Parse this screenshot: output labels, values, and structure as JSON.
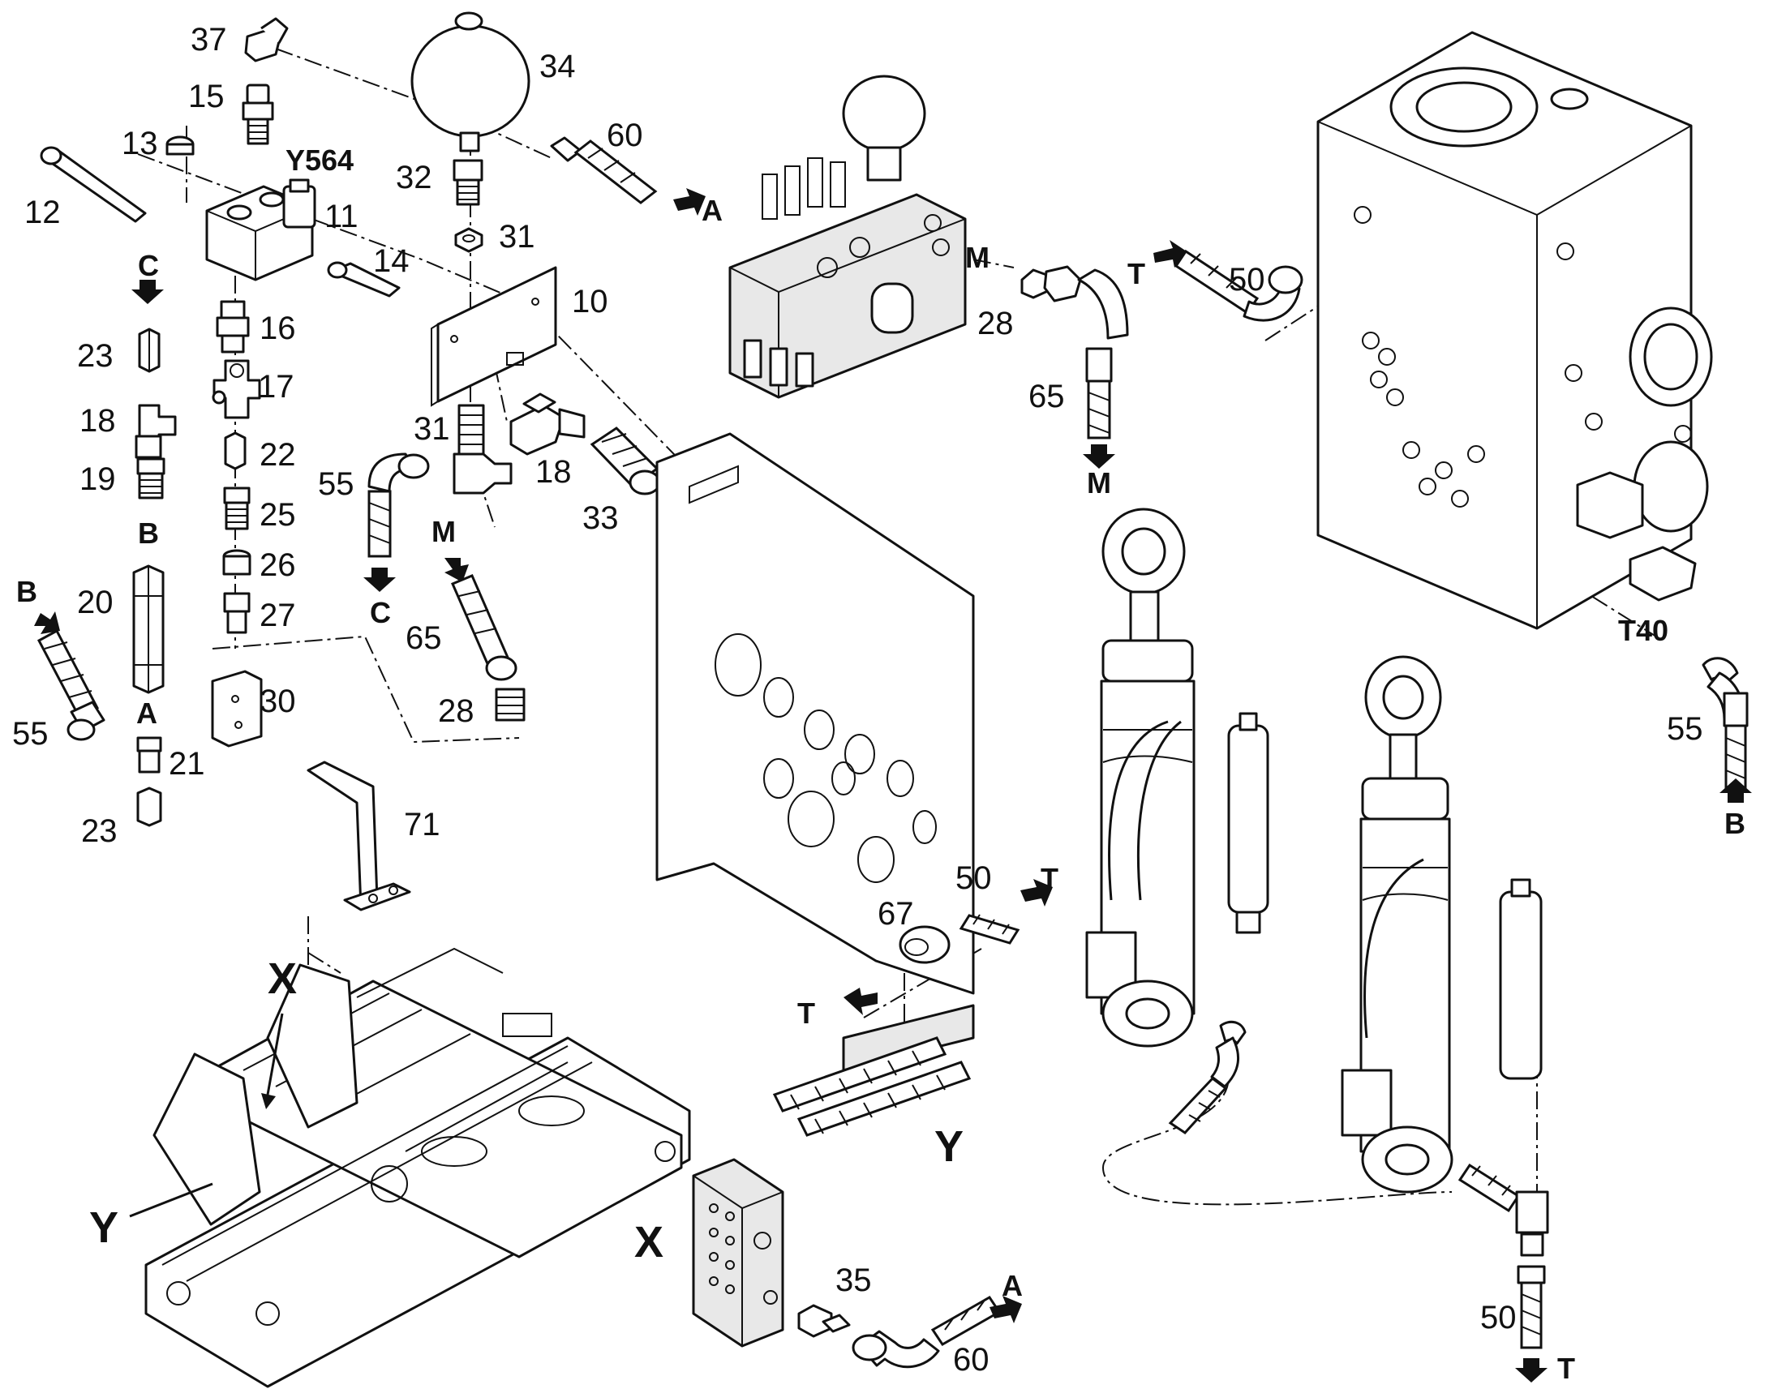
{
  "labels": {
    "p37": "37",
    "p15": "15",
    "p34": "34",
    "p60a": "60",
    "pA1": "A",
    "p13": "13",
    "pY564": "Y564",
    "p12": "12",
    "p11": "11",
    "p32": "32",
    "p31a": "31",
    "p14": "14",
    "p10": "10",
    "pM1": "M",
    "p28a": "28",
    "pT1": "T",
    "p50a": "50",
    "p65a": "65",
    "pM2": "M",
    "pC1": "C",
    "p16": "16",
    "p23a": "23",
    "p17": "17",
    "p18a": "18",
    "p19": "19",
    "p22": "22",
    "p31b": "31",
    "p18b": "18",
    "p33": "33",
    "p55a": "55",
    "pC2": "C",
    "p25": "25",
    "pB1": "B",
    "p26": "26",
    "pB2": "B",
    "p20": "20",
    "p27": "27",
    "pM3": "M",
    "p65b": "65",
    "p30": "30",
    "p28b": "28",
    "pA2": "A",
    "p55b": "55",
    "p21": "21",
    "p23b": "23",
    "p71": "71",
    "pT40": "T40",
    "p55c": "55",
    "pB3": "B",
    "p50b": "50",
    "pT2": "T",
    "p67": "67",
    "pT3": "T",
    "pX1": "X",
    "pY1": "Y",
    "pY2": "Y",
    "pX2": "X",
    "p35": "35",
    "pA3": "A",
    "p60b": "60",
    "p50c": "50",
    "pT4": "T"
  },
  "icons": {
    "arrow": "flow-arrow-icon",
    "hose": "braided-hose-icon",
    "fitting": "hex-fitting-icon"
  }
}
